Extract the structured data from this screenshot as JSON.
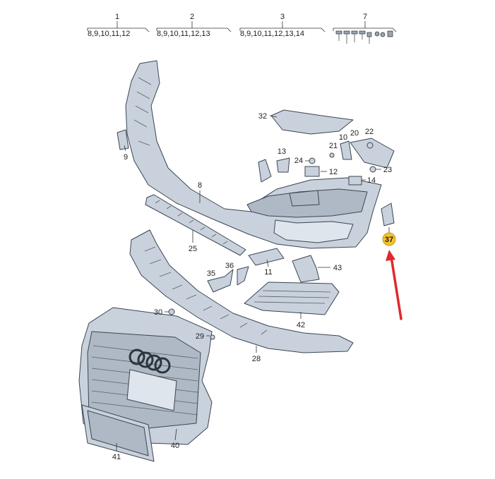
{
  "header_groups": [
    {
      "number": "1",
      "sub": "8,9,10,11,12"
    },
    {
      "number": "2",
      "sub": "8,9,10,11,12,13"
    },
    {
      "number": "3",
      "sub": "8,9,10,11,12,13,14"
    },
    {
      "number": "7",
      "sub": ""
    }
  ],
  "callouts": {
    "c8": "8",
    "c9": "9",
    "c10": "10",
    "c11": "11",
    "c12": "12",
    "c13": "13",
    "c14": "14",
    "c20": "20",
    "c21": "21",
    "c22": "22",
    "c23": "23",
    "c24": "24",
    "c25": "25",
    "c28": "28",
    "c29": "29",
    "c30": "30",
    "c32": "32",
    "c35": "35",
    "c36": "36",
    "c37": "37",
    "c40": "40",
    "c41": "41",
    "c42": "42",
    "c43": "43"
  },
  "highlight": {
    "part": "37",
    "badge_color": "#f2c230",
    "arrow_color": "#e0282e"
  }
}
